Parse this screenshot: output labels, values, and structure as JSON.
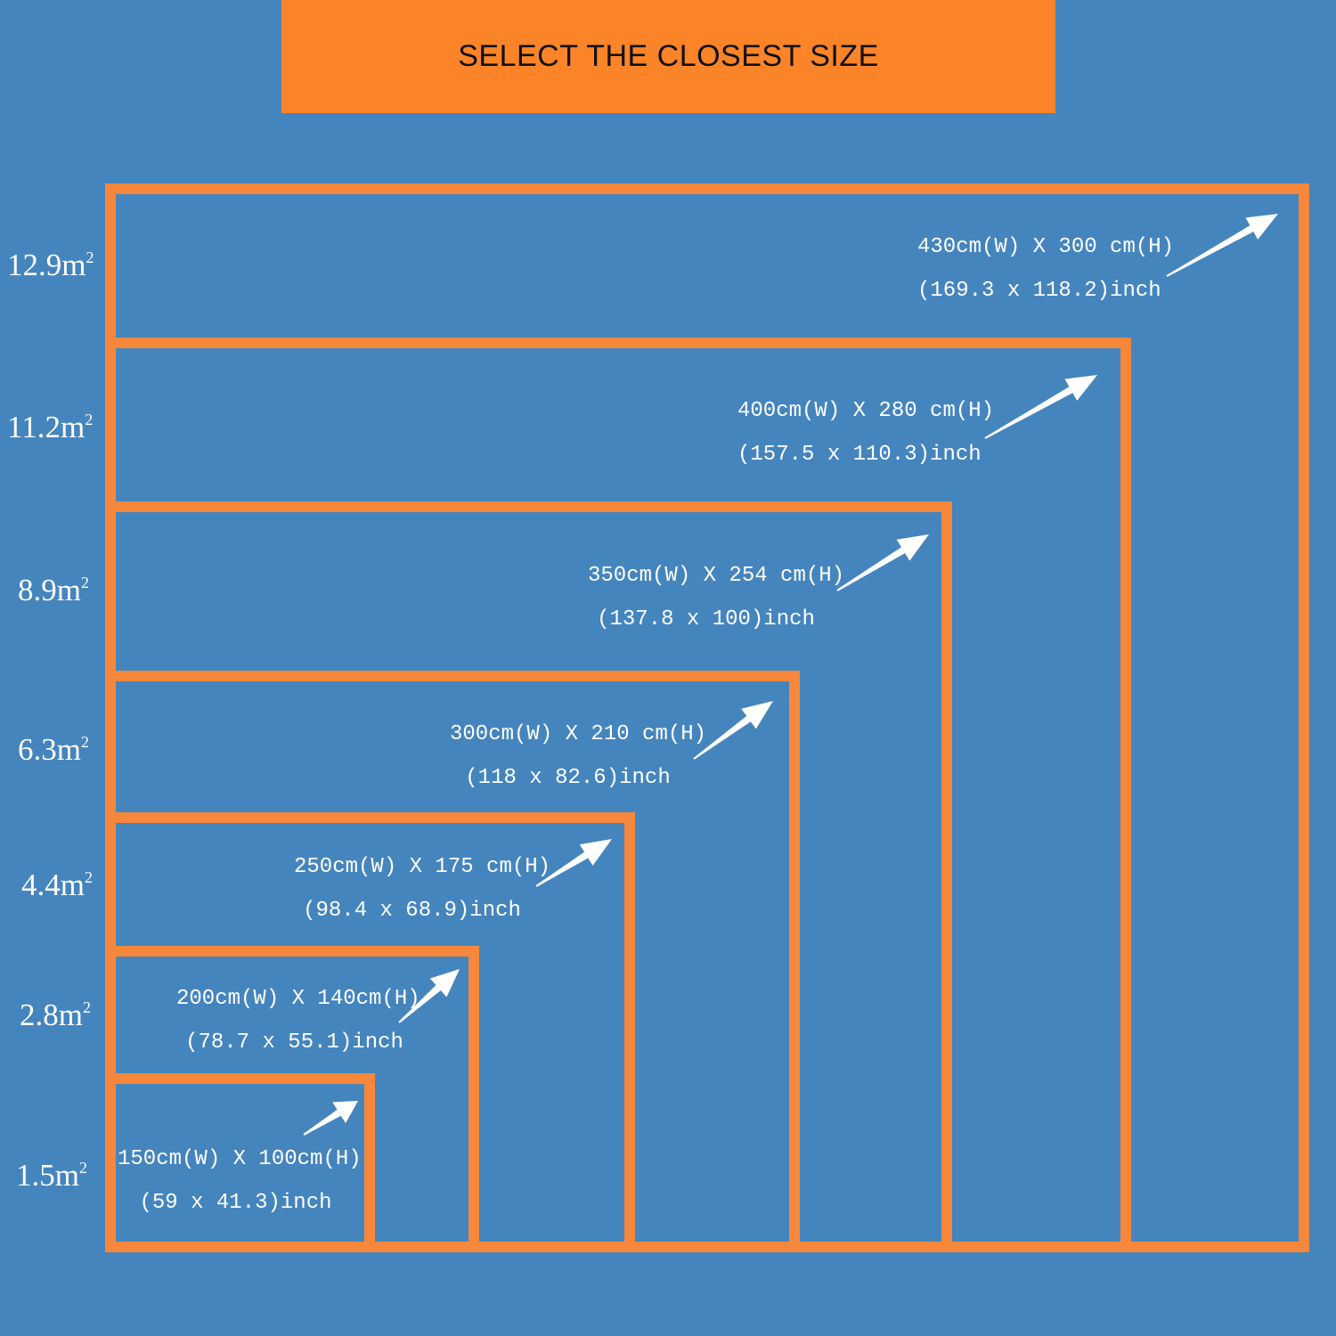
{
  "header": {
    "title": "SELECT THE CLOSEST SIZE"
  },
  "sizes": [
    {
      "area": "12.9m",
      "dims": "430cm(W) X 300 cm(H)",
      "inch": "(169.3 x 118.2)inch"
    },
    {
      "area": "11.2m",
      "dims": "400cm(W) X 280 cm(H)",
      "inch": "(157.5 x 110.3)inch"
    },
    {
      "area": "8.9m",
      "dims": "350cm(W) X 254 cm(H)",
      "inch": "(137.8 x 100)inch"
    },
    {
      "area": "6.3m",
      "dims": "300cm(W) X 210 cm(H)",
      "inch": "(118 x 82.6)inch"
    },
    {
      "area": "4.4m",
      "dims": "250cm(W) X 175 cm(H)",
      "inch": "(98.4 x 68.9)inch"
    },
    {
      "area": "2.8m",
      "dims": "200cm(W) X 140cm(H)",
      "inch": "(78.7 x 55.1)inch"
    },
    {
      "area": "1.5m",
      "dims": "150cm(W) X 100cm(H)",
      "inch": "(59 x 41.3)inch"
    }
  ],
  "area_unit_exponent": "2",
  "colors": {
    "background": "#4585be",
    "accent": "#f7873a",
    "header": "#fb8429",
    "text": "#ffffff"
  }
}
